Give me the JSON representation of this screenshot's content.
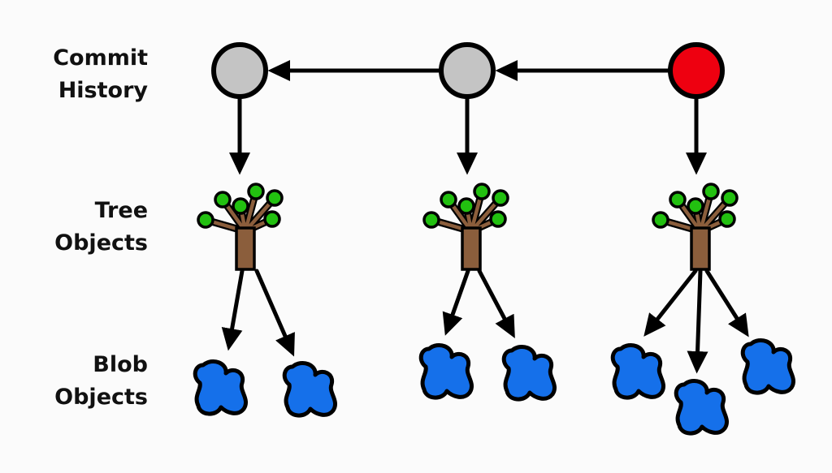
{
  "labels": {
    "commit": [
      "Commit",
      "History"
    ],
    "tree": [
      "Tree",
      "Objects"
    ],
    "blob": [
      "Blob",
      "Objects"
    ]
  },
  "colors": {
    "commit_old": "#c4c4c4",
    "commit_head": "#ee0010",
    "leaf": "#22c010",
    "trunk": "#8b5e3c",
    "blob": "#1570ea"
  },
  "commits": [
    {
      "state": "old",
      "blobs": 2
    },
    {
      "state": "old",
      "blobs": 2
    },
    {
      "state": "head",
      "blobs": 3
    }
  ]
}
